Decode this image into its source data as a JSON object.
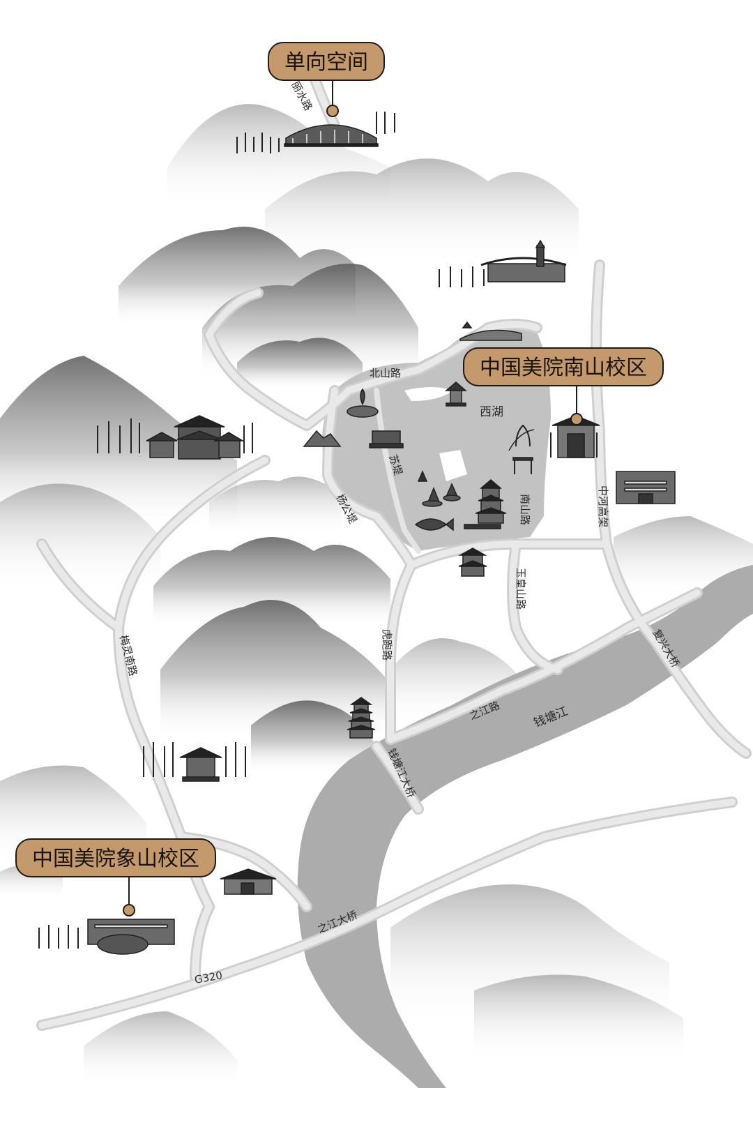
{
  "locations": [
    {
      "id": "danxiang",
      "label": "单向空间"
    },
    {
      "id": "nanshan",
      "label": "中国美院南山校区"
    },
    {
      "id": "xiangshan",
      "label": "中国美院象山校区"
    }
  ],
  "roads": {
    "lishui": "丽水路",
    "beishan": "北山路",
    "suti": "苏堤",
    "yanggongdi": "杨公堤",
    "nanshan_road": "南山路",
    "zhonghe": "中河高架",
    "yuhuangshan": "玉皇山路",
    "hupao": "虎跑路",
    "meilingnan": "梅灵南路",
    "fuxing_bridge": "复兴大桥",
    "zhijiang_road": "之江路",
    "qiantang_bridge": "钱塘江大桥",
    "zhijiang_bridge": "之江大桥",
    "g320": "G320"
  },
  "areas": {
    "xihu": "西湖",
    "qiantangjiang": "钱塘江"
  },
  "colors": {
    "callout_fill": "#c49a6c",
    "callout_border": "#1f1a16",
    "road": "#d6d6d6",
    "lake": "#bdbdbd",
    "river": "#a9a9a9",
    "mountain": "#8a8a8a"
  },
  "icons": [
    "stadium-icon",
    "station-icon",
    "city-gate-icon",
    "pavilion-icon",
    "lotus-icon",
    "rock-icon",
    "stele-icon",
    "temple-icon",
    "three-pools-icon",
    "leifeng-pagoda-icon",
    "fish-icon",
    "willow-icon",
    "gate-building-icon",
    "museum-icon",
    "tower-icon",
    "liuhe-pagoda-icon",
    "garden-pavilion-icon",
    "campus-building-icon",
    "tree-icon"
  ]
}
